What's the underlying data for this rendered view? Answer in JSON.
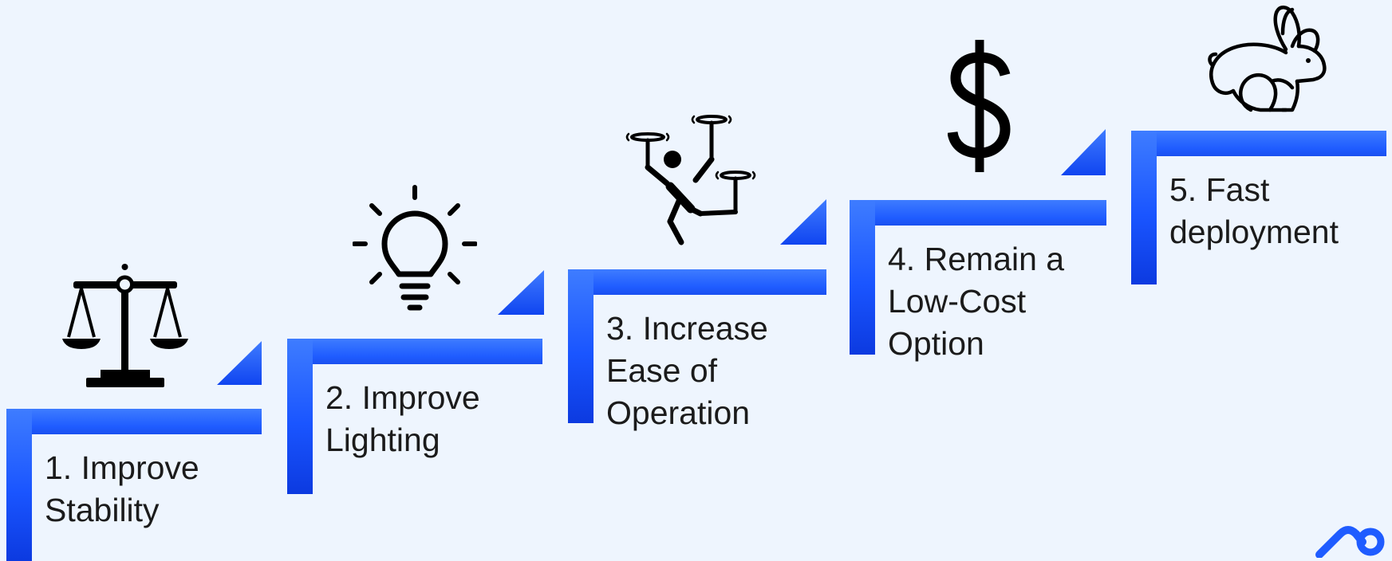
{
  "steps": [
    {
      "number": "1.",
      "line1": "Improve",
      "line2": "Stability",
      "icon": "balance-scale-icon"
    },
    {
      "number": "2.",
      "line1": "Improve",
      "line2": "Lighting",
      "icon": "lightbulb-icon"
    },
    {
      "number": "3.",
      "line1": "Increase",
      "line2": "Ease of",
      "line3": "Operation",
      "icon": "drone-person-icon"
    },
    {
      "number": "4.",
      "line1": "Remain a",
      "line2": "Low-Cost",
      "line3": "Option",
      "icon": "dollar-icon"
    },
    {
      "number": "5.",
      "line1": "Fast",
      "line2": "deployment",
      "icon": "rabbit-icon"
    }
  ],
  "colors": {
    "accent": "#1f5cff",
    "background": "#eef5fe",
    "text": "#1b1b1b"
  },
  "logo": {
    "icon": "logo-icon"
  }
}
